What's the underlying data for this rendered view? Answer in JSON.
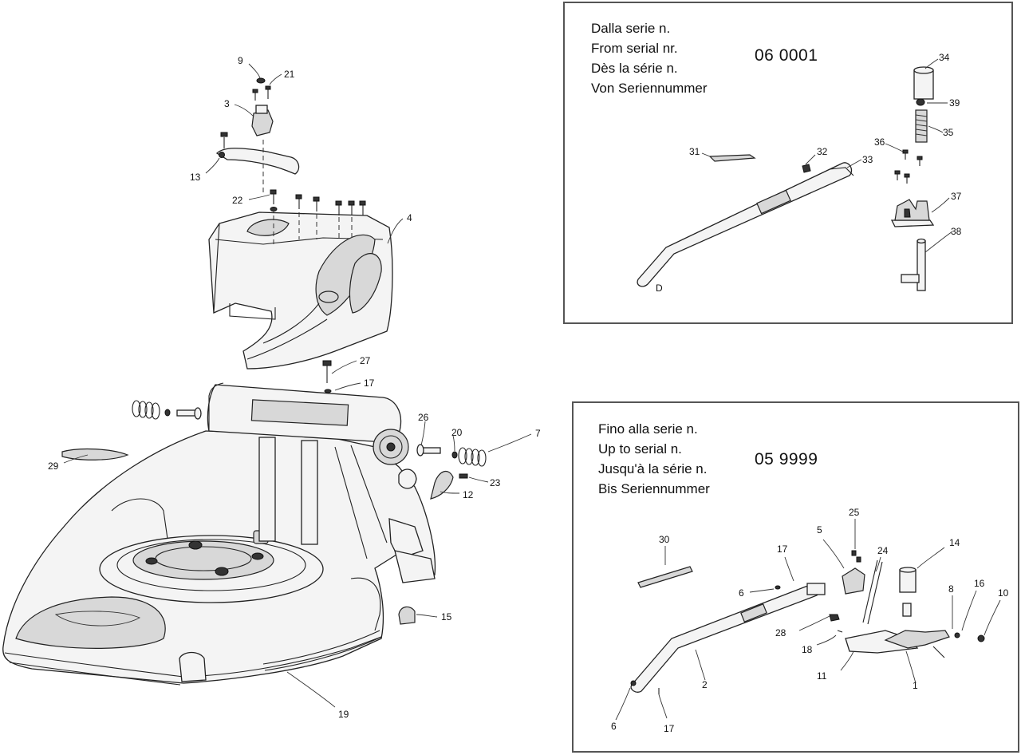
{
  "panel_from": {
    "lines": [
      "Dalla serie n.",
      "From serial nr.",
      "Dès la série n.",
      "Von Seriennummer"
    ],
    "serial": "06 0001"
  },
  "panel_upto": {
    "lines": [
      "Fino alla serie n.",
      "Up to serial n.",
      "Jusqu'à la série n.",
      "Bis Seriennummer"
    ],
    "serial": "05 9999"
  },
  "callouts_main": [
    "9",
    "21",
    "3",
    "13",
    "22",
    "4",
    "27",
    "17",
    "26",
    "20",
    "7",
    "23",
    "12",
    "29",
    "15",
    "19"
  ],
  "callouts_from": [
    "34",
    "39",
    "35",
    "36",
    "31",
    "32",
    "33",
    "37",
    "38"
  ],
  "callouts_upto": [
    "30",
    "25",
    "5",
    "17",
    "24",
    "14",
    "6",
    "28",
    "18",
    "8",
    "16",
    "10",
    "2",
    "11",
    "1",
    "6",
    "17"
  ]
}
